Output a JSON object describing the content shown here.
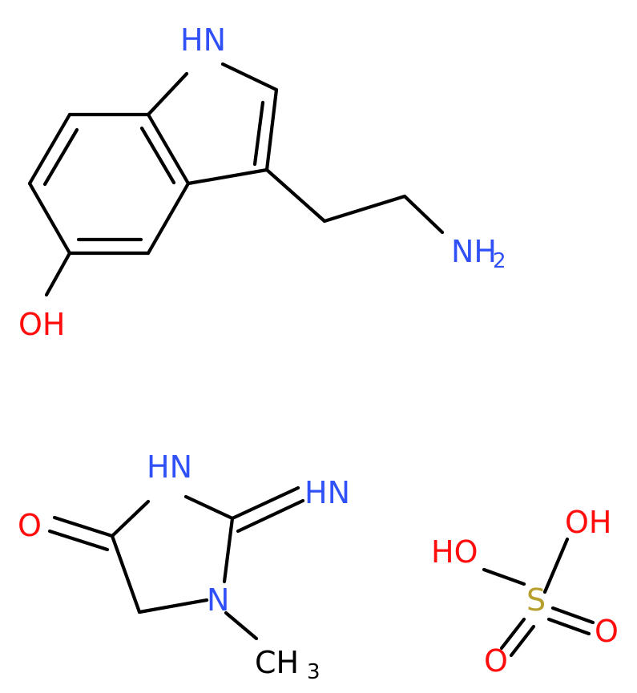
{
  "figure": {
    "molecules": [
      {
        "name": "serotonin",
        "atom_labels": {
          "indole_nh": "HN",
          "hydroxyl": "OH",
          "amine_main": "NH",
          "amine_sub": "2"
        }
      },
      {
        "name": "creatinine",
        "atom_labels": {
          "ring_nh": "HN",
          "imine": "HN",
          "carbonyl": "O",
          "ring_n": "N",
          "methyl_main": "CH",
          "methyl_sub": "3"
        }
      },
      {
        "name": "sulfuric-acid",
        "atom_labels": {
          "oh_top": "OH",
          "oh_left": "HO",
          "sulfur": "S",
          "oxo_right": "O",
          "oxo_bottom": "O"
        }
      }
    ],
    "colors": {
      "bond": "#000000",
      "nitrogen": "#3050F8",
      "oxygen": "#FF0D0D",
      "sulfur": "#B8A02E"
    }
  }
}
